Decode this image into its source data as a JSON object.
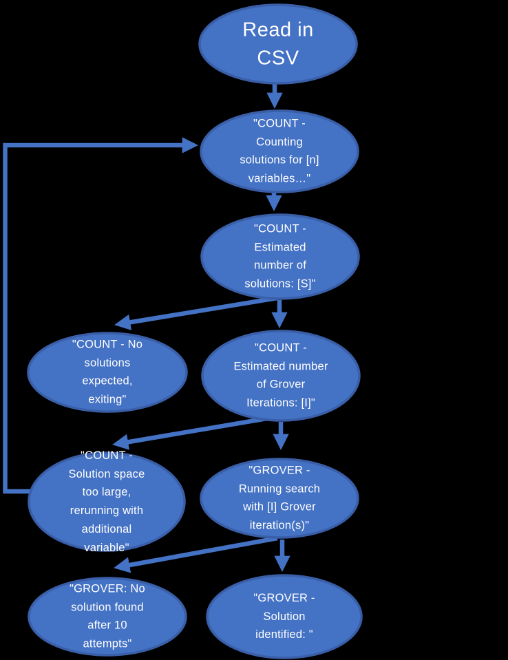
{
  "colors": {
    "background": "#000000",
    "node-fill": "#4472C4",
    "node-border": "#3A5FA8",
    "arrow": "#4472C4",
    "text": "#FFFFFF"
  },
  "nodes": [
    {
      "id": "read-csv",
      "label": "Read in CSV"
    },
    {
      "id": "count-counting",
      "label": "\"COUNT - Counting solutions for [n] variables…\""
    },
    {
      "id": "count-estimated-solutions",
      "label": "\"COUNT - Estimated number of solutions: [S]\""
    },
    {
      "id": "count-no-solutions",
      "label": "\"COUNT - No solutions expected, exiting\""
    },
    {
      "id": "count-grover-iterations",
      "label": "\"COUNT - Estimated number of Grover Iterations: [I]\""
    },
    {
      "id": "count-solution-space-too-large",
      "label": "\"COUNT - Solution space too large, rerunning with additional variable\""
    },
    {
      "id": "grover-running-search",
      "label": "\"GROVER - Running search with [I] Grover iteration(s)\""
    },
    {
      "id": "grover-no-solution",
      "label": "\"GROVER: No solution found after 10 attempts\""
    },
    {
      "id": "grover-solution-identified",
      "label": "\"GROVER - Solution identified: \""
    }
  ],
  "edges": [
    {
      "from": "read-csv",
      "to": "count-counting"
    },
    {
      "from": "count-counting",
      "to": "count-estimated-solutions"
    },
    {
      "from": "count-estimated-solutions",
      "to": "count-no-solutions"
    },
    {
      "from": "count-estimated-solutions",
      "to": "count-grover-iterations"
    },
    {
      "from": "count-grover-iterations",
      "to": "count-solution-space-too-large"
    },
    {
      "from": "count-grover-iterations",
      "to": "grover-running-search"
    },
    {
      "from": "count-solution-space-too-large",
      "to": "count-counting"
    },
    {
      "from": "grover-running-search",
      "to": "grover-no-solution"
    },
    {
      "from": "grover-running-search",
      "to": "grover-solution-identified"
    }
  ]
}
